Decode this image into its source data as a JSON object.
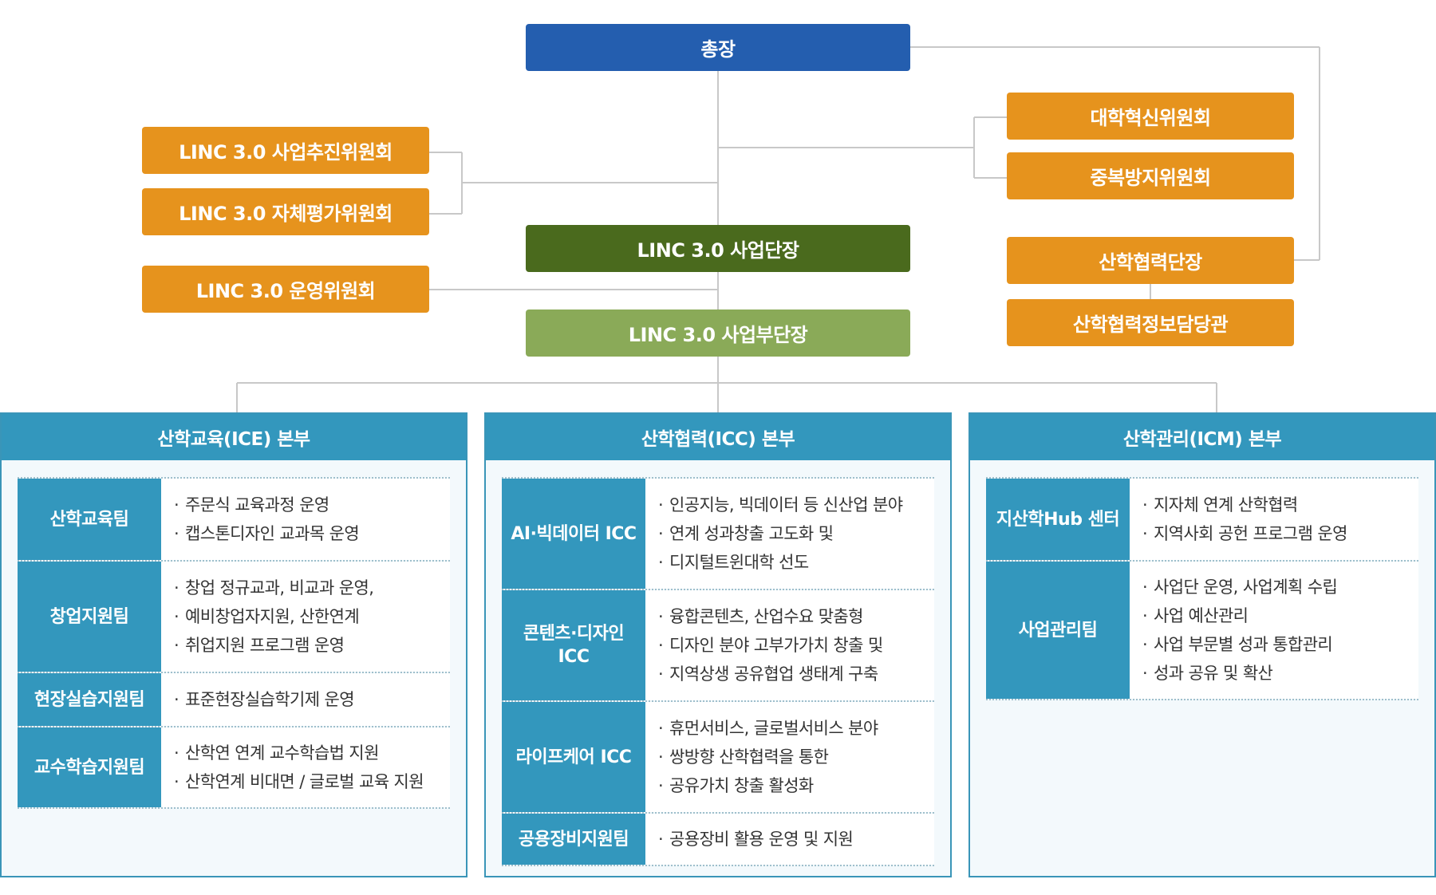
{
  "colors": {
    "president": "#245eaf",
    "committee": "#e6931d",
    "director": "#4a6a1d",
    "vice_director": "#8aaa58",
    "division": "#3397bd",
    "connector": "#c8c8c8"
  },
  "top": {
    "president": "총장",
    "left_committees": [
      "LINC 3.0 사업추진위원회",
      "LINC 3.0 자체평가위원회"
    ],
    "operation_committee": "LINC 3.0 운영위원회",
    "right_committees": [
      "대학혁신위원회",
      "중복방지위원회"
    ],
    "director": "LINC 3.0 사업단장",
    "vice_director": "LINC 3.0 사업부단장",
    "cooperation_head": "산학협력단장",
    "info_officer": "산학협력정보담당관"
  },
  "divisions": [
    {
      "title": "산학교육(ICE) 본부",
      "teams": [
        {
          "name": "산학교육팀",
          "duties": [
            "주문식 교육과정 운영",
            "캡스톤디자인 교과목 운영"
          ]
        },
        {
          "name": "창업지원팀",
          "duties": [
            "창업 정규교과, 비교과 운영,",
            "예비창업자지원, 산한연계",
            "취업지원 프로그램 운영"
          ]
        },
        {
          "name": "현장실습지원팀",
          "duties": [
            "표준현장실습학기제 운영"
          ]
        },
        {
          "name": "교수학습지원팀",
          "duties": [
            "산학연 연계 교수학습법 지원",
            "산학연계 비대면 / 글로벌 교육 지원"
          ]
        }
      ]
    },
    {
      "title": "산학협력(ICC) 본부",
      "teams": [
        {
          "name": "AI·빅데이터 ICC",
          "duties": [
            "인공지능, 빅데이터 등 신산업 분야",
            "연계 성과창출 고도화 및",
            "디지털트윈대학 선도"
          ]
        },
        {
          "name": "콘텐츠·디자인 ICC",
          "duties": [
            "융합콘텐츠, 산업수요 맞춤형",
            "디자인 분야 고부가가치 창출 및",
            "지역상생 공유협업 생태계 구축"
          ]
        },
        {
          "name": "라이프케어 ICC",
          "duties": [
            "휴먼서비스, 글로벌서비스 분야",
            "쌍방향 산학협력을 통한",
            "공유가치 창출 활성화"
          ]
        },
        {
          "name": "공용장비지원팀",
          "duties": [
            "공용장비 활용 운영 및 지원"
          ]
        }
      ]
    },
    {
      "title": "산학관리(ICM) 본부",
      "teams": [
        {
          "name": "지산학Hub 센터",
          "duties": [
            "지자체 연계 산학협력",
            "지역사회 공헌 프로그램 운영"
          ]
        },
        {
          "name": "사업관리팀",
          "duties": [
            "사업단 운영, 사업계획 수립",
            "사업 예산관리",
            "사업 부문별 성과 통합관리",
            "성과 공유 및 확산"
          ]
        }
      ]
    }
  ]
}
